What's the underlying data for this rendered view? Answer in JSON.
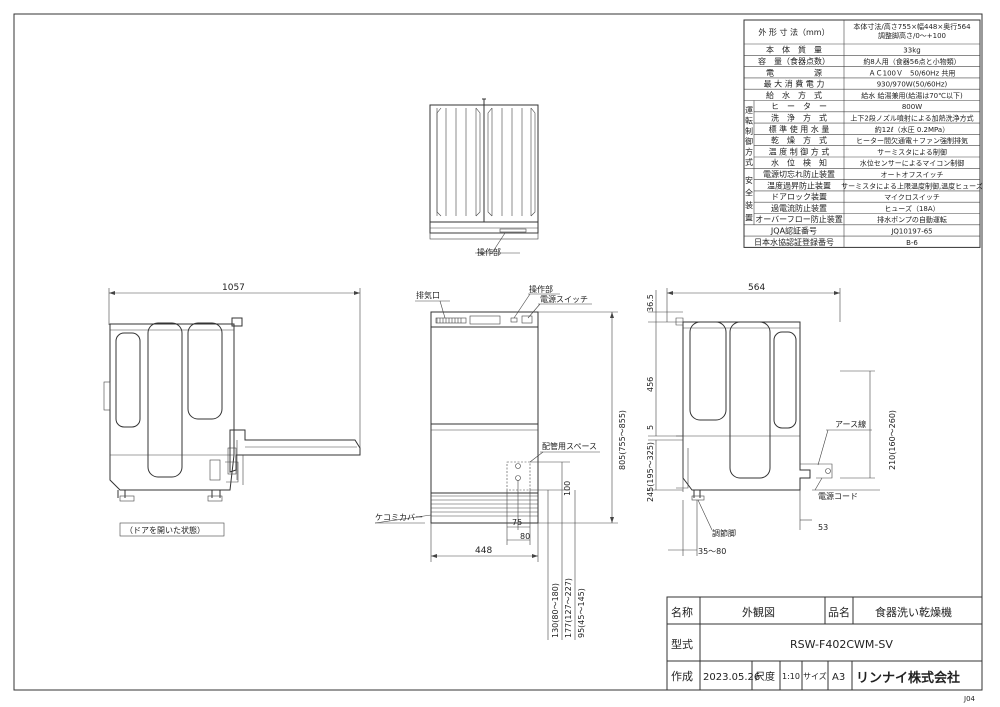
{
  "spec_table": {
    "rows": [
      {
        "label": "外 形 寸 法（mm）",
        "value": "本体寸法/高さ755×幅448×奥行564\n調整脚高さ/0〜+100"
      },
      {
        "label": "本　体　質　量",
        "value": "33kg"
      },
      {
        "label": "容　量（食器点数）",
        "value": "約8人用（食器56点と小物類）"
      },
      {
        "label": "電　　　　　源",
        "value": "ＡＣ100Ｖ　50/60Hz 共用"
      },
      {
        "label": "最 大 消 費 電 力",
        "value": "930/970W(50/60Hz)"
      },
      {
        "label": "給　水　方　式",
        "value": "給水 給湯兼用(給湯は70℃以下)"
      },
      {
        "label": "ヒ　ー　タ　ー",
        "value": "800W"
      },
      {
        "label": "洗　浄　方　式",
        "value": "上下2段ノズル噴射による加熱洗浄方式"
      },
      {
        "label": "標 準 使 用 水 量",
        "value": "約12ℓ（水圧 0.2MPa）"
      },
      {
        "label": "乾　燥　方　式",
        "value": "ヒーター間欠通電＋ファン強制排気"
      },
      {
        "label": "温 度 制 御 方 式",
        "value": "サーミスタによる制御"
      },
      {
        "label": "水　位　検　知",
        "value": "水位センサーによるマイコン制御"
      },
      {
        "label": "電源切忘れ防止装置",
        "value": "オートオフスイッチ"
      },
      {
        "label": "温度過昇防止装置",
        "value": "サーミスタによる上限温度制御,温度ヒューズ"
      },
      {
        "label": "ドアロック装置",
        "value": "マイクロスイッチ"
      },
      {
        "label": "過電流防止装置",
        "value": "ヒューズ（18A）"
      },
      {
        "label": "オーバーフロー防止装置",
        "value": "排水ポンプの自動運転"
      },
      {
        "label": "JQA認証番号",
        "value": "JQ10197-65"
      },
      {
        "label": "日本水協認証登録番号",
        "value": "B-6"
      }
    ],
    "group_operation": "運転制御方式",
    "group_safety": "安全装置"
  },
  "labels": {
    "top_control": "操作部",
    "exhaust": "排気口",
    "front_control": "操作部",
    "power_switch": "電源スイッチ",
    "pipe_space": "配管用スペース",
    "kick_cover": "ケコミカバー",
    "door_open": "（ドアを開いた状態）",
    "earth_wire": "アース線",
    "power_cord": "電源コード",
    "adjust_foot": "調節脚"
  },
  "dimensions": {
    "side_width": "1057",
    "front_width": "448",
    "front_height": "805(755〜855)",
    "pipe_w1": "75",
    "pipe_w2": "80",
    "pipe_h": "100",
    "pipe_v1": "130(80〜180)",
    "pipe_v2": "177(127〜227)",
    "pipe_v3": "95(45〜145)",
    "right_width": "564",
    "right_top": "36.5",
    "right_456": "456",
    "right_5": "5",
    "right_245": "245(195〜325)",
    "right_210": "210(160〜260)",
    "right_53": "53",
    "right_35": "35〜80"
  },
  "title_block": {
    "name_label": "名称",
    "name_value": "外観図",
    "product_label": "品名",
    "product_value": "食器洗い乾燥機",
    "model_label": "型式",
    "model_value": "RSW-F402CWM-SV",
    "created_label": "作成",
    "created_value": "2023.05.26",
    "scale_label": "尺度",
    "scale_value": "1:10",
    "size_label": "サイズ",
    "size_value": "A3",
    "company": "リンナイ株式会社",
    "page_code": "J04"
  }
}
